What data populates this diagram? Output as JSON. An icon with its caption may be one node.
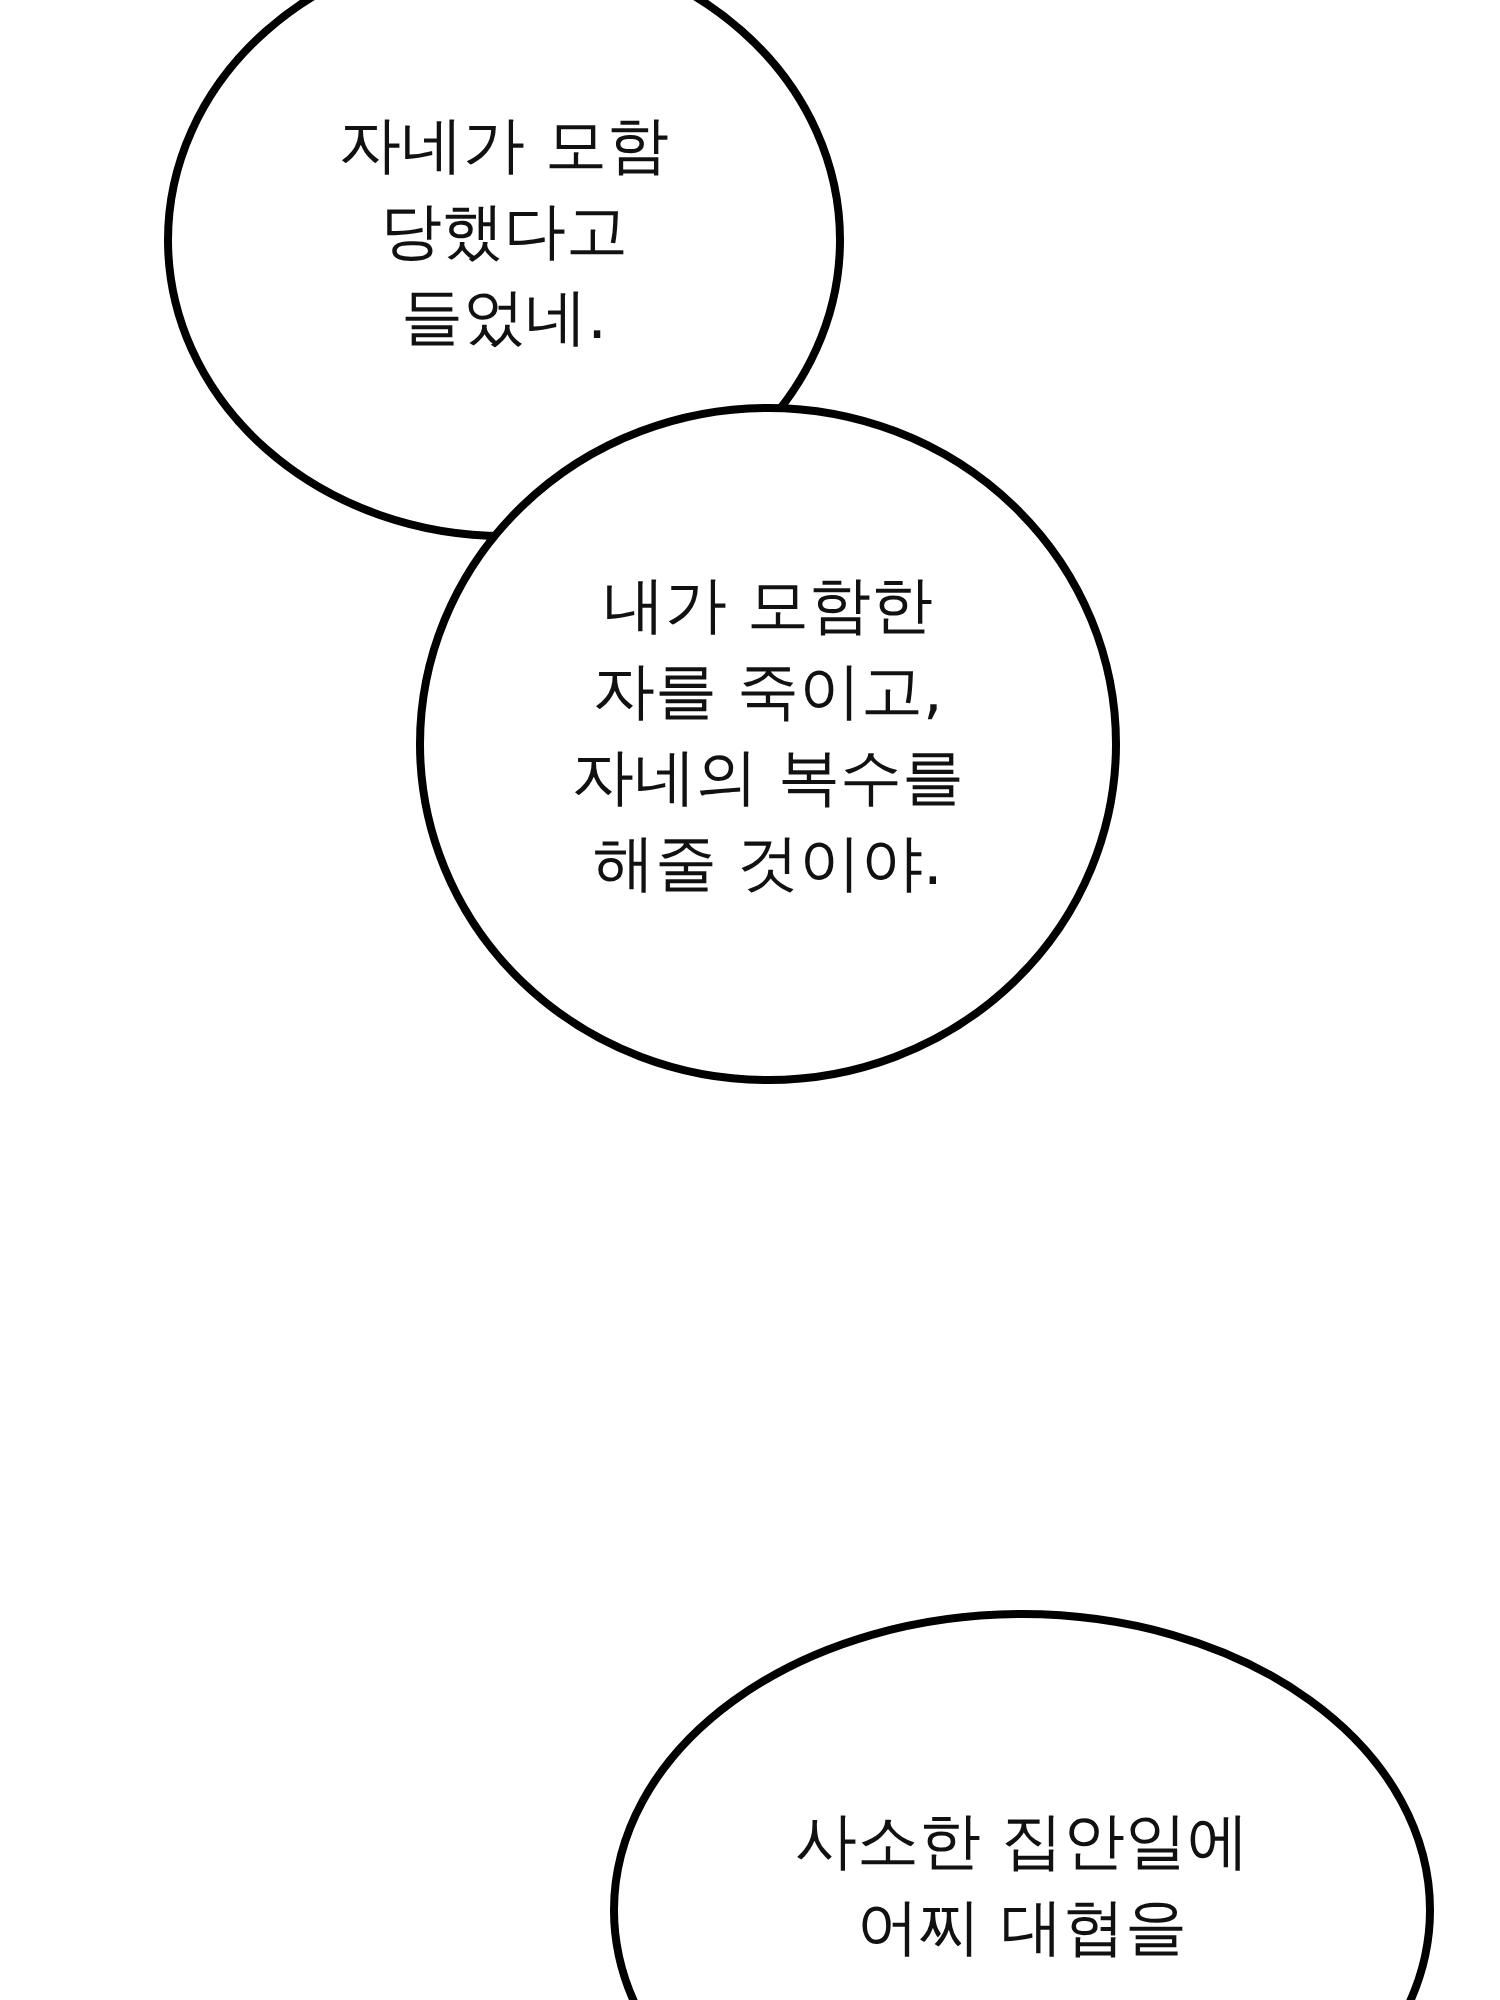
{
  "diagram": {
    "nodes": [
      {
        "text": [
          "자네가 모함 당했다고 들었네."
        ]
      },
      {
        "text": [
          "내가 모함한 자를 죽이고, 자네의 복수를 해줄 것이야."
        ]
      },
      {
        "text": [
          "사소한 집안일에 어찌 대협을"
        ]
      }
    ]
  }
}
